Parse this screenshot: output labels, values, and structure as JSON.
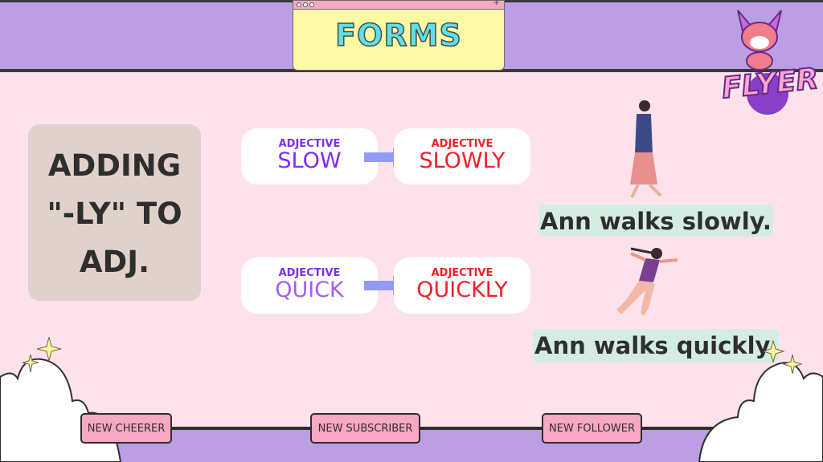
{
  "header": {
    "title": "FORMS"
  },
  "lesson": {
    "heading_lines": [
      "ADDING",
      "\"-LY\" TO",
      "ADJ."
    ]
  },
  "pairs": [
    {
      "from_label": "ADJECTIVE",
      "from_word": "SLOW",
      "to_label": "ADJECTIVE",
      "to_word": "SLOWLY",
      "sentence": "Ann walks slowly."
    },
    {
      "from_label": "ADJECTIVE",
      "from_word": "QUICK",
      "to_label": "ADJECTIVE",
      "to_word": "QUICKLY",
      "sentence": "Ann walks quickly."
    }
  ],
  "footer": {
    "buttons": [
      "NEW CHEERER",
      "NEW SUBSCRIBER",
      "NEW FOLLOWER"
    ]
  },
  "logo": {
    "text": "FLYER"
  },
  "colors": {
    "purple": "#bb9ee3",
    "pink": "#fde2ec",
    "from_color": "#7b2ff0",
    "to_color": "#f0202a",
    "arrow": "#8f9bf7"
  }
}
